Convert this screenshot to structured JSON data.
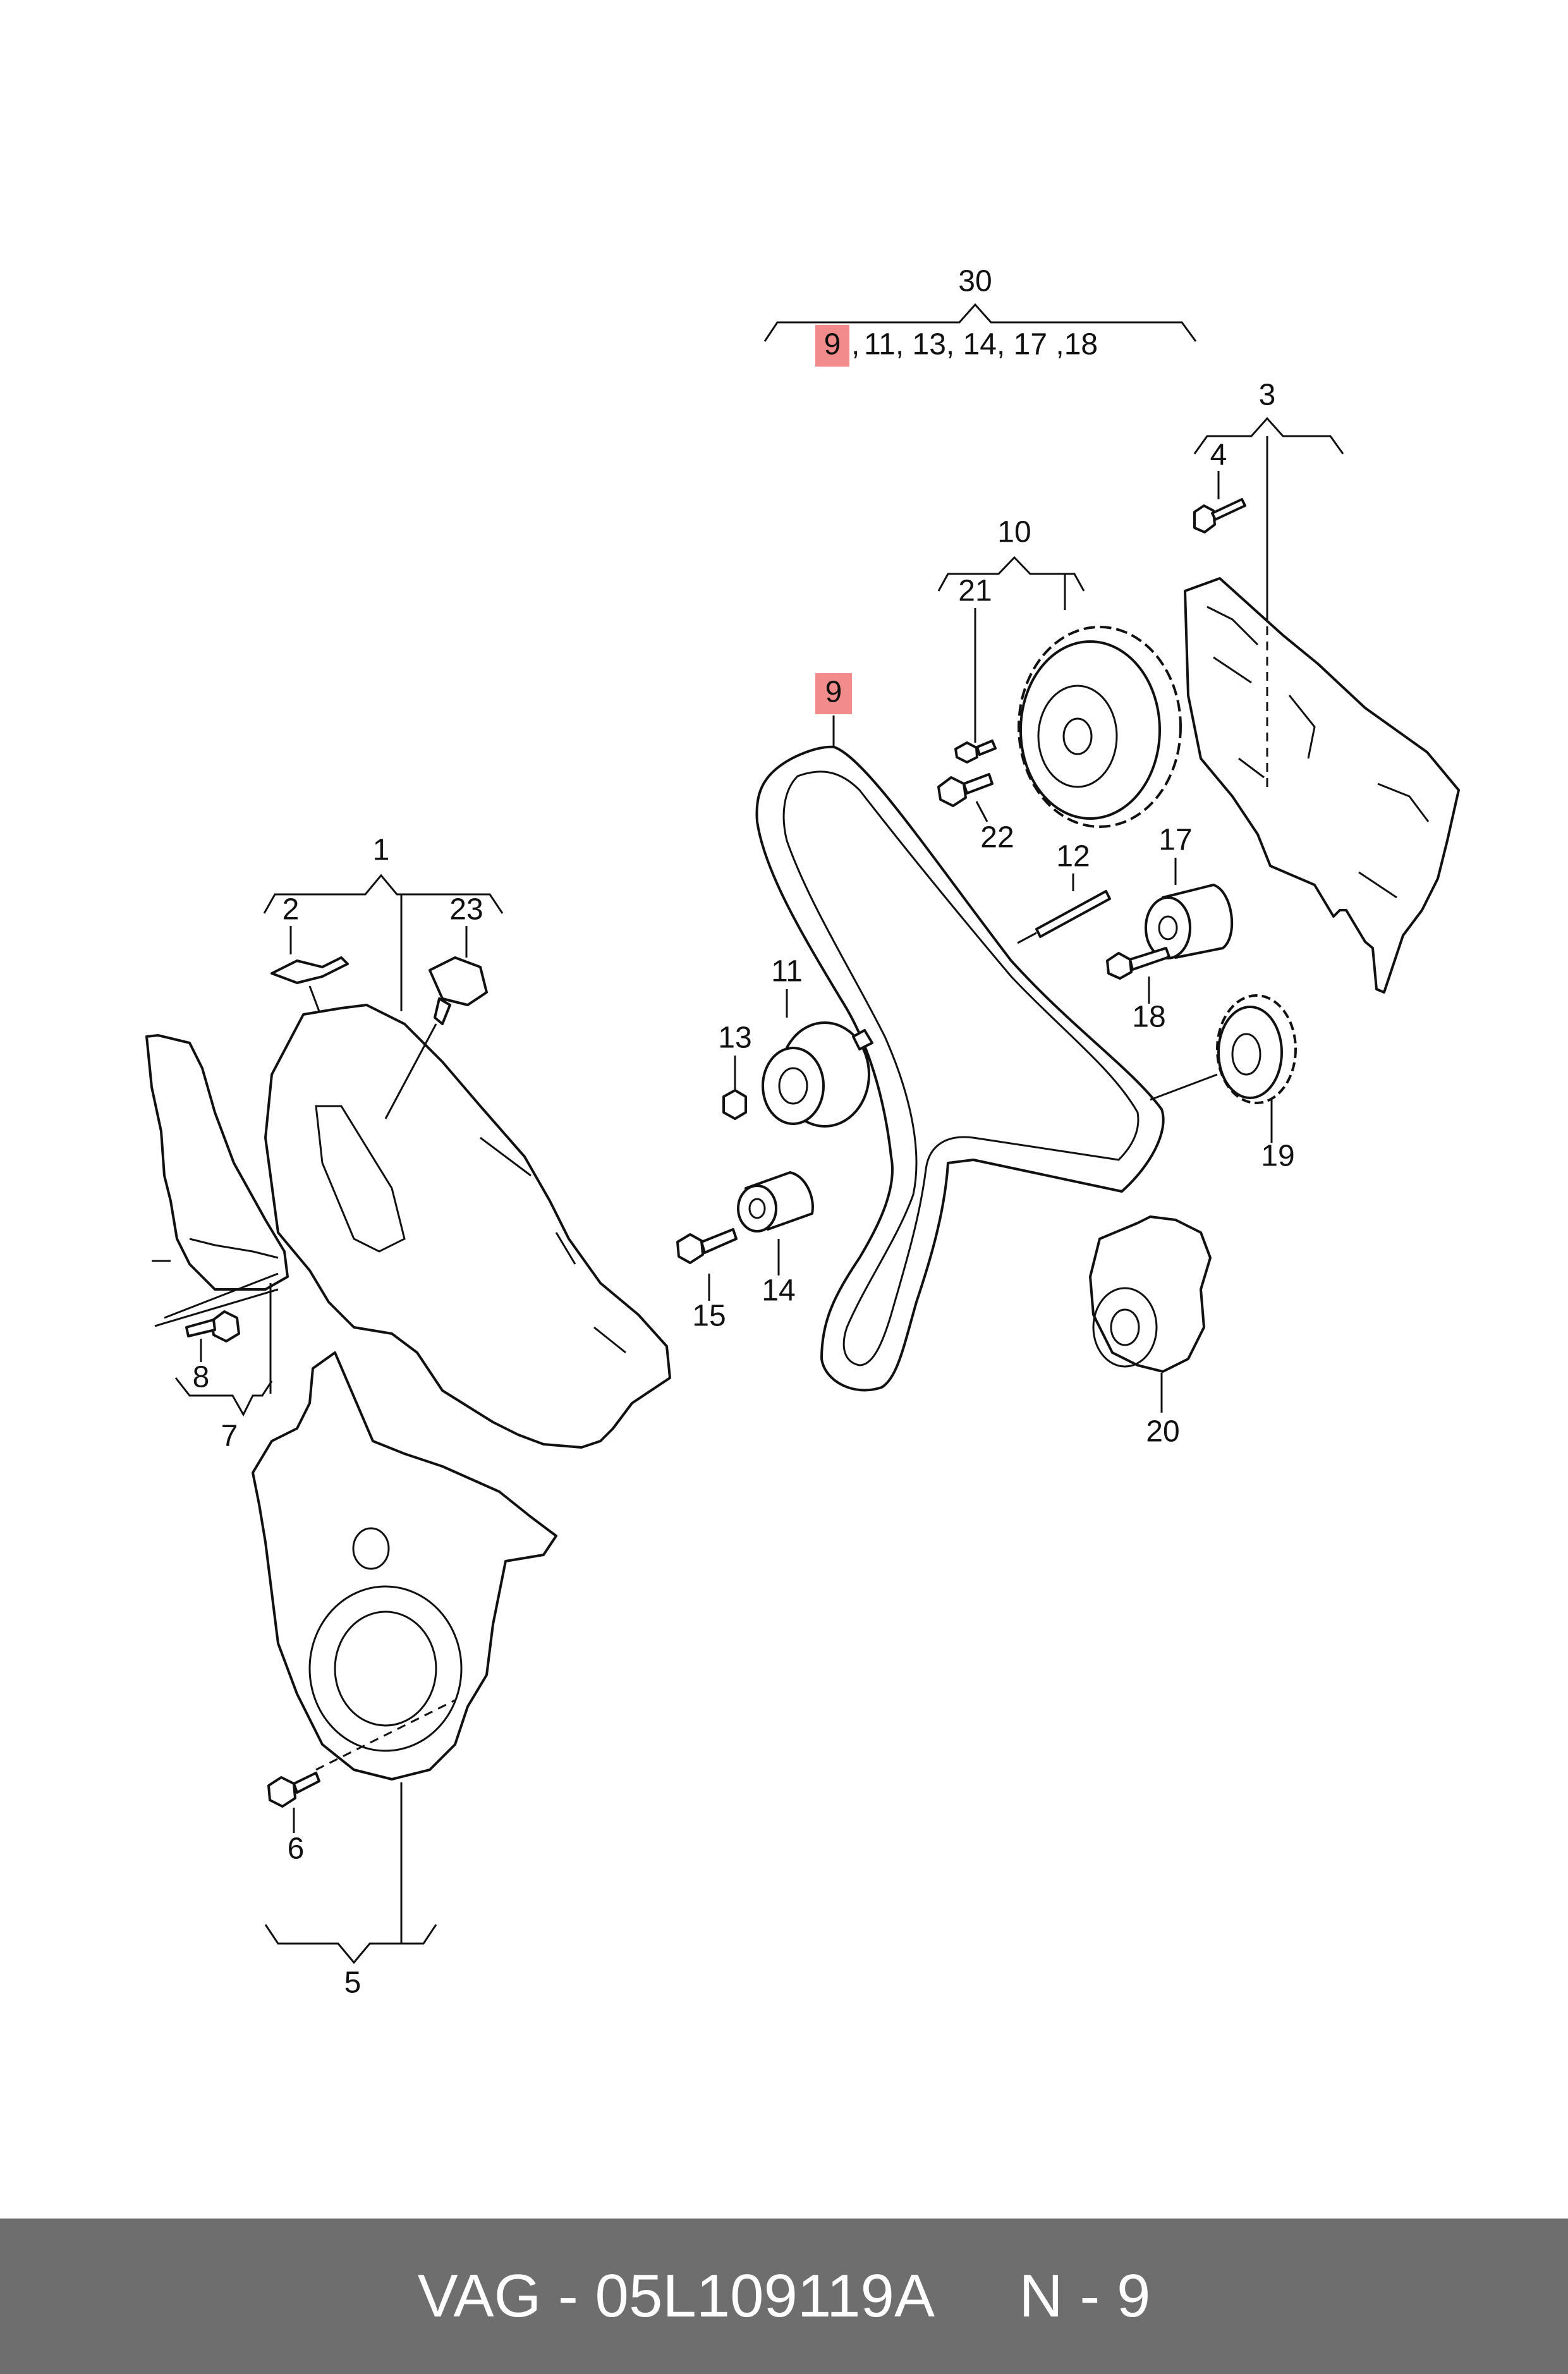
{
  "colors": {
    "highlight": "#f28b8b",
    "footer_bg": "#6e6e6e",
    "footer_text": "#ffffff",
    "line": "#111111"
  },
  "kit": {
    "number": "30",
    "items": [
      {
        "label": "9",
        "highlight": true
      },
      {
        "label": ", ",
        "highlight": false
      },
      {
        "label": "11, 13, 14, 17 ,18",
        "highlight": false
      }
    ]
  },
  "callouts": {
    "c1": "1",
    "c2": "2",
    "c3": "3",
    "c4": "4",
    "c5": "5",
    "c6": "6",
    "c7": "7",
    "c8": "8",
    "c9": "9",
    "c10": "10",
    "c11": "11",
    "c12": "12",
    "c13": "13",
    "c14": "14",
    "c15": "15",
    "c17": "17",
    "c18": "18",
    "c19": "19",
    "c20": "20",
    "c21": "21",
    "c22": "22",
    "c23": "23"
  },
  "highlighted_callout": "9",
  "footer": {
    "brand": "VAG",
    "separator": " - ",
    "part_number": "05L109119A",
    "ref": "N - 9"
  }
}
